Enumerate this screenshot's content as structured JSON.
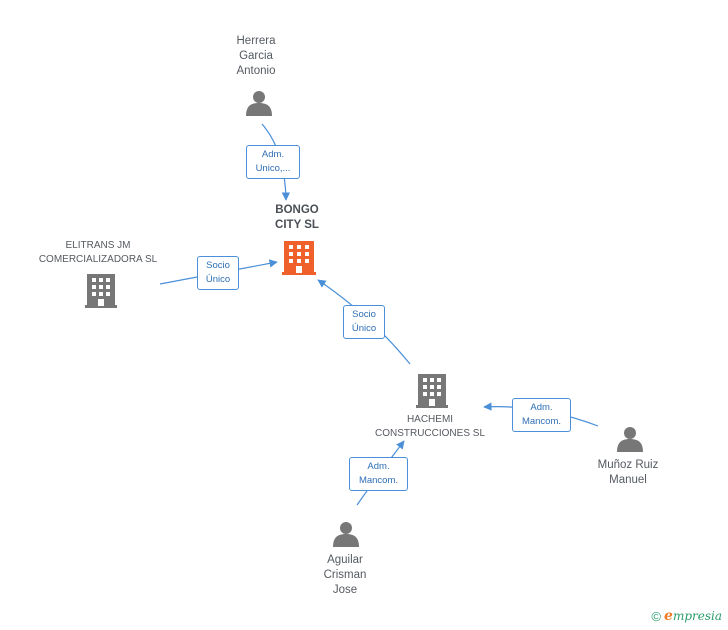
{
  "colors": {
    "edge": "#4a8fd8",
    "person": "#777777",
    "company": "#777777",
    "main_company": "#f0602a"
  },
  "nodes": {
    "herrera": {
      "lines": [
        "Herrera",
        "Garcia",
        "Antonio"
      ],
      "icon": "person-icon"
    },
    "bongo": {
      "lines": [
        "BONGO",
        "CITY SL"
      ],
      "icon": "building-icon"
    },
    "elitrans": {
      "lines": [
        "ELITRANS JM",
        "COMERCIALIZADORA SL"
      ],
      "icon": "building-icon"
    },
    "hachemi": {
      "lines": [
        "HACHEMI",
        "CONSTRUCCIONES SL"
      ],
      "icon": "building-icon"
    },
    "munoz": {
      "lines": [
        "Muñoz Ruiz",
        "Manuel"
      ],
      "icon": "person-icon"
    },
    "aguilar": {
      "lines": [
        "Aguilar",
        "Crisman",
        "Jose"
      ],
      "icon": "person-icon"
    }
  },
  "edges": {
    "herrera_bongo": [
      "Adm.",
      "Unico,..."
    ],
    "elitrans_bongo": [
      "Socio",
      "Único"
    ],
    "hachemi_bongo": [
      "Socio",
      "Único"
    ],
    "munoz_hachemi": [
      "Adm.",
      "Mancom."
    ],
    "aguilar_hachemi": [
      "Adm.",
      "Mancom."
    ]
  },
  "footer": {
    "copyright": "©",
    "brand_initial": "e",
    "brand_rest": "mpresia"
  }
}
